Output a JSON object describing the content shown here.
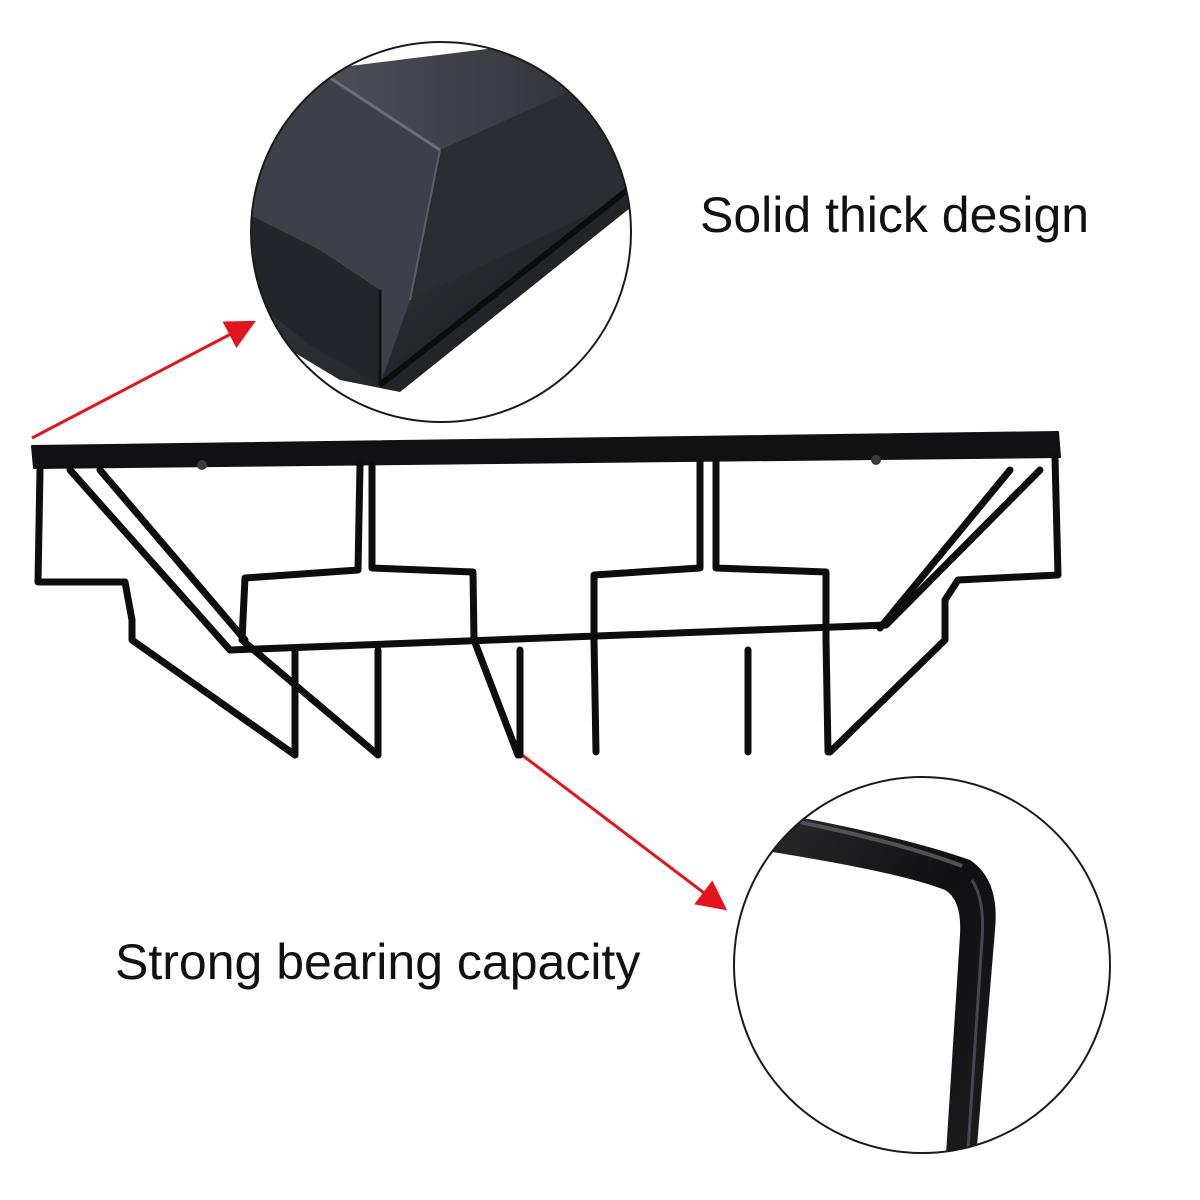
{
  "labels": {
    "top": "Solid thick design",
    "bottom": "Strong bearing capacity"
  },
  "colors": {
    "background": "#ffffff",
    "metal": "#111111",
    "arrow": "#e3141b",
    "circle_border": "#1a1a1a"
  },
  "callouts": [
    {
      "name": "solid-thick-corner-closeup",
      "depicts": "square tube corner joint"
    },
    {
      "name": "strong-bearing-bend-closeup",
      "depicts": "rounded rod bend"
    }
  ]
}
